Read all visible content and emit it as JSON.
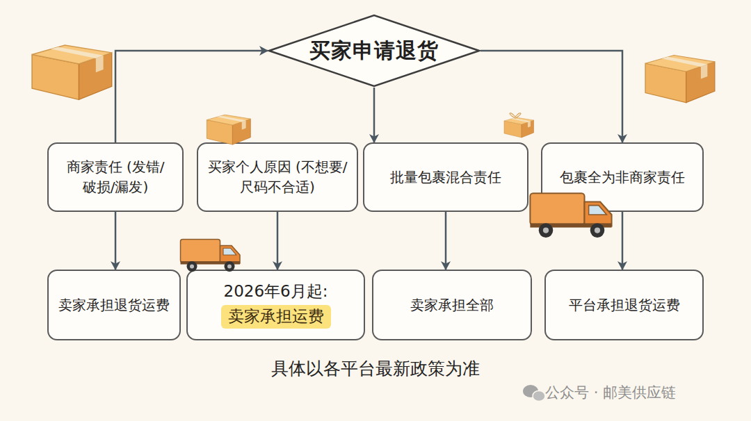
{
  "diagram": {
    "caption": "具体以各平台最新政策为准",
    "nodes": [
      {
        "text": [
          "买家申请退货"
        ]
      },
      {
        "text": [
          "商家责任 (发错/破损/漏发)"
        ]
      },
      {
        "text": [
          "买家个人原因 (不想要/尺码不合适)"
        ]
      },
      {
        "text": [
          "批量包裹混合责任"
        ]
      },
      {
        "text": [
          "包裹全为非商家责任"
        ]
      },
      {
        "text": [
          "卖家承担退货运费"
        ]
      },
      {
        "text": [
          "2026年6月起:",
          "卖家承担运费"
        ]
      },
      {
        "text": [
          "卖家承担全部"
        ]
      },
      {
        "text": [
          "平台承担退货运费"
        ]
      }
    ],
    "edges": [
      {
        "from": 1,
        "to": 0,
        "arrow": "to"
      },
      {
        "from": 0,
        "to": 3,
        "arrow": "to"
      },
      {
        "from": 0,
        "to": 4,
        "arrow": "to"
      },
      {
        "from": 1,
        "to": 5,
        "arrow": "to"
      },
      {
        "from": 2,
        "to": 6,
        "arrow": "to"
      },
      {
        "from": 3,
        "to": 7,
        "arrow": "to"
      },
      {
        "from": 4,
        "to": 8,
        "arrow": "to"
      }
    ],
    "labels": [
      "公众号 · 邮美供应链"
    ]
  }
}
